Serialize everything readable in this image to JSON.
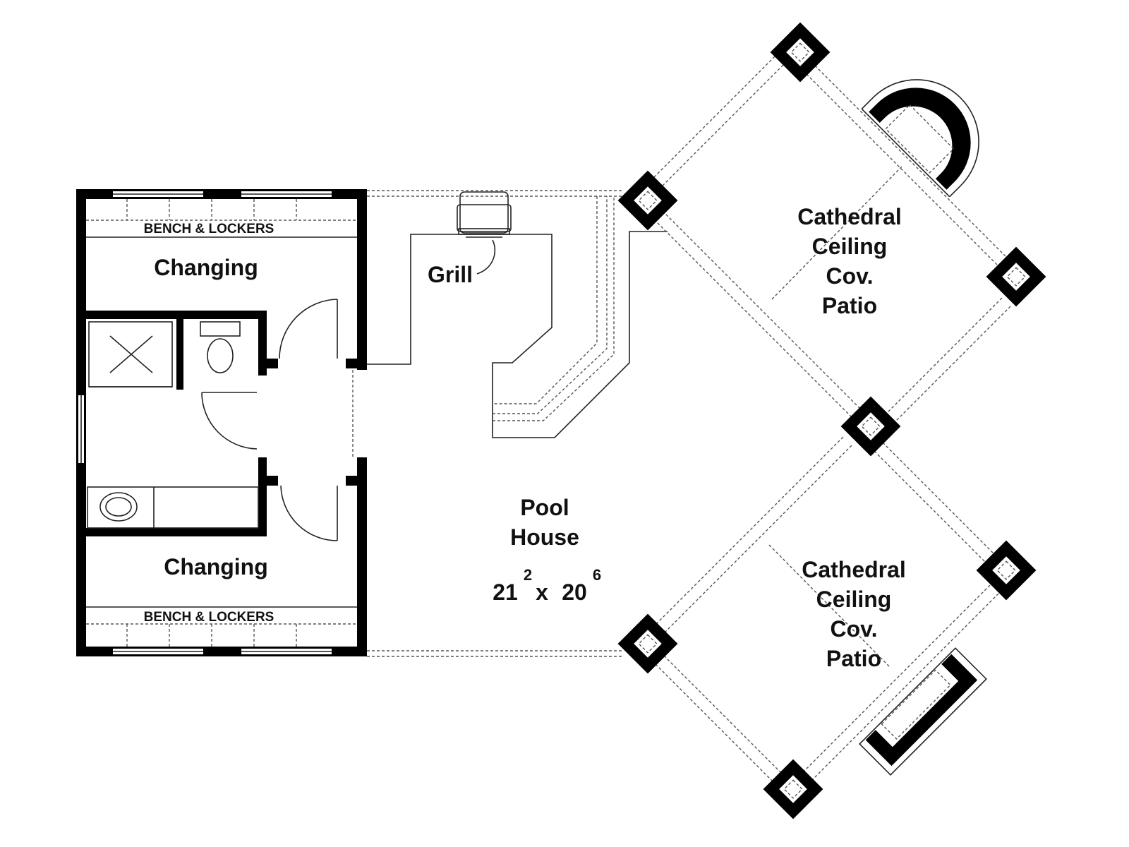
{
  "rooms": {
    "changing_top": "Changing",
    "changing_bottom": "Changing",
    "bench_top": "BENCH & LOCKERS",
    "bench_bottom": "BENCH & LOCKERS",
    "grill": "Grill",
    "pool_house": {
      "line1": "Pool",
      "line2": "House",
      "dim_w": "21",
      "dim_w_sup": "2",
      "dim_x": "x",
      "dim_h": "20",
      "dim_h_sup": "6"
    },
    "patio_top": {
      "line1": "Cathedral",
      "line2": "Ceiling",
      "line3": "Cov.",
      "line4": "Patio"
    },
    "patio_bottom": {
      "line1": "Cathedral",
      "line2": "Ceiling",
      "line3": "Cov.",
      "line4": "Patio"
    }
  },
  "colors": {
    "wall": "#000000",
    "line": "#222222",
    "dashed": "#555555",
    "background": "#ffffff"
  }
}
